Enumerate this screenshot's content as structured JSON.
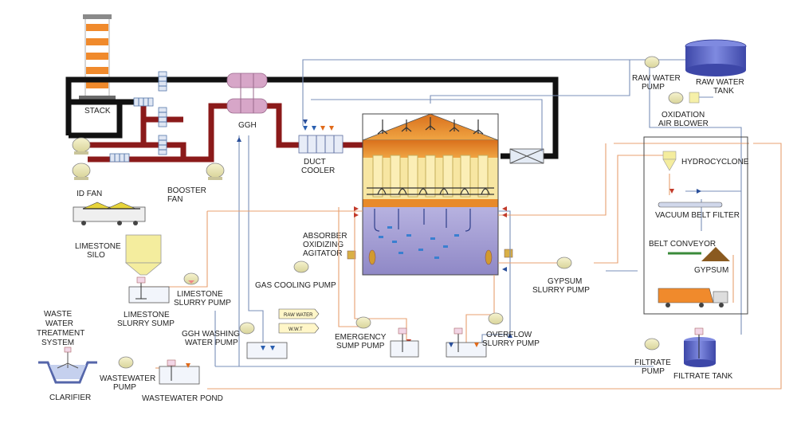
{
  "labels": {
    "stack": "STACK",
    "ggh": "GGH",
    "id_fan": "ID FAN",
    "booster_fan_1": "BOOSTER",
    "booster_fan_2": "FAN",
    "limestone_silo_1": "LIMESTONE",
    "limestone_silo_2": "SILO",
    "limestone_slurry_pump_1": "LIMESTONE",
    "limestone_slurry_pump_2": "SLURRY PUMP",
    "limestone_slurry_sump_1": "LIMESTONE",
    "limestone_slurry_sump_2": "SLURRY SUMP",
    "waste_water_1": "WASTE",
    "waste_water_2": "WATER",
    "waste_water_3": "TREATMENT",
    "waste_water_4": "SYSTEM",
    "clarifier": "CLARIFIER",
    "wastewater_pump_1": "WASTEWATER",
    "wastewater_pump_2": "PUMP",
    "wastewater_pond": "WASTEWATER POND",
    "ggh_washing_1": "GGH WASHING",
    "ggh_washing_2": "WATER PUMP",
    "raw_water_tag": "RAW WATER",
    "wwt_tag": "W.W.T",
    "gas_cooling_pump": "GAS COOLING PUMP",
    "duct_cooler_1": "DUCT",
    "duct_cooler_2": "COOLER",
    "absorber_1": "ABSORBER",
    "absorber_2": "OXIDIZING",
    "absorber_3": "AGITATOR",
    "emergency_1": "EMERGENCY",
    "emergency_2": "SUMP PUMP",
    "overflow_1": "OVERFLOW",
    "overflow_2": "SLURRY PUMP",
    "gypsum_slurry_1": "GYPSUM",
    "gypsum_slurry_2": "SLURRY PUMP",
    "raw_water_pump_1": "RAW WATER",
    "raw_water_pump_2": "PUMP",
    "raw_water_tank_1": "RAW WATER",
    "raw_water_tank_2": "TANK",
    "oxidation_1": "OXIDATION",
    "oxidation_2": "AIR BLOWER",
    "hydrocyclone": "HYDROCYCLONE",
    "vacuum_belt_filter": "VACUUM BELT FILTER",
    "belt_conveyor": "BELT CONVEYOR",
    "gypsum": "GYPSUM",
    "filtrate_pump_1": "FILTRATE",
    "filtrate_pump_2": "PUMP",
    "filtrate_tank": "FILTRATE TANK"
  },
  "colors": {
    "flue_gas_clean": "#111111",
    "flue_gas_dirty": "#8b1a1a",
    "water_line": "#7a8fb8",
    "slurry_line": "#e8a070",
    "absorber_top": "#e88a2a",
    "absorber_mid": "#f7e6a2",
    "absorber_bottom": "#a9a3d4",
    "ggh": "#d7a6c8"
  }
}
